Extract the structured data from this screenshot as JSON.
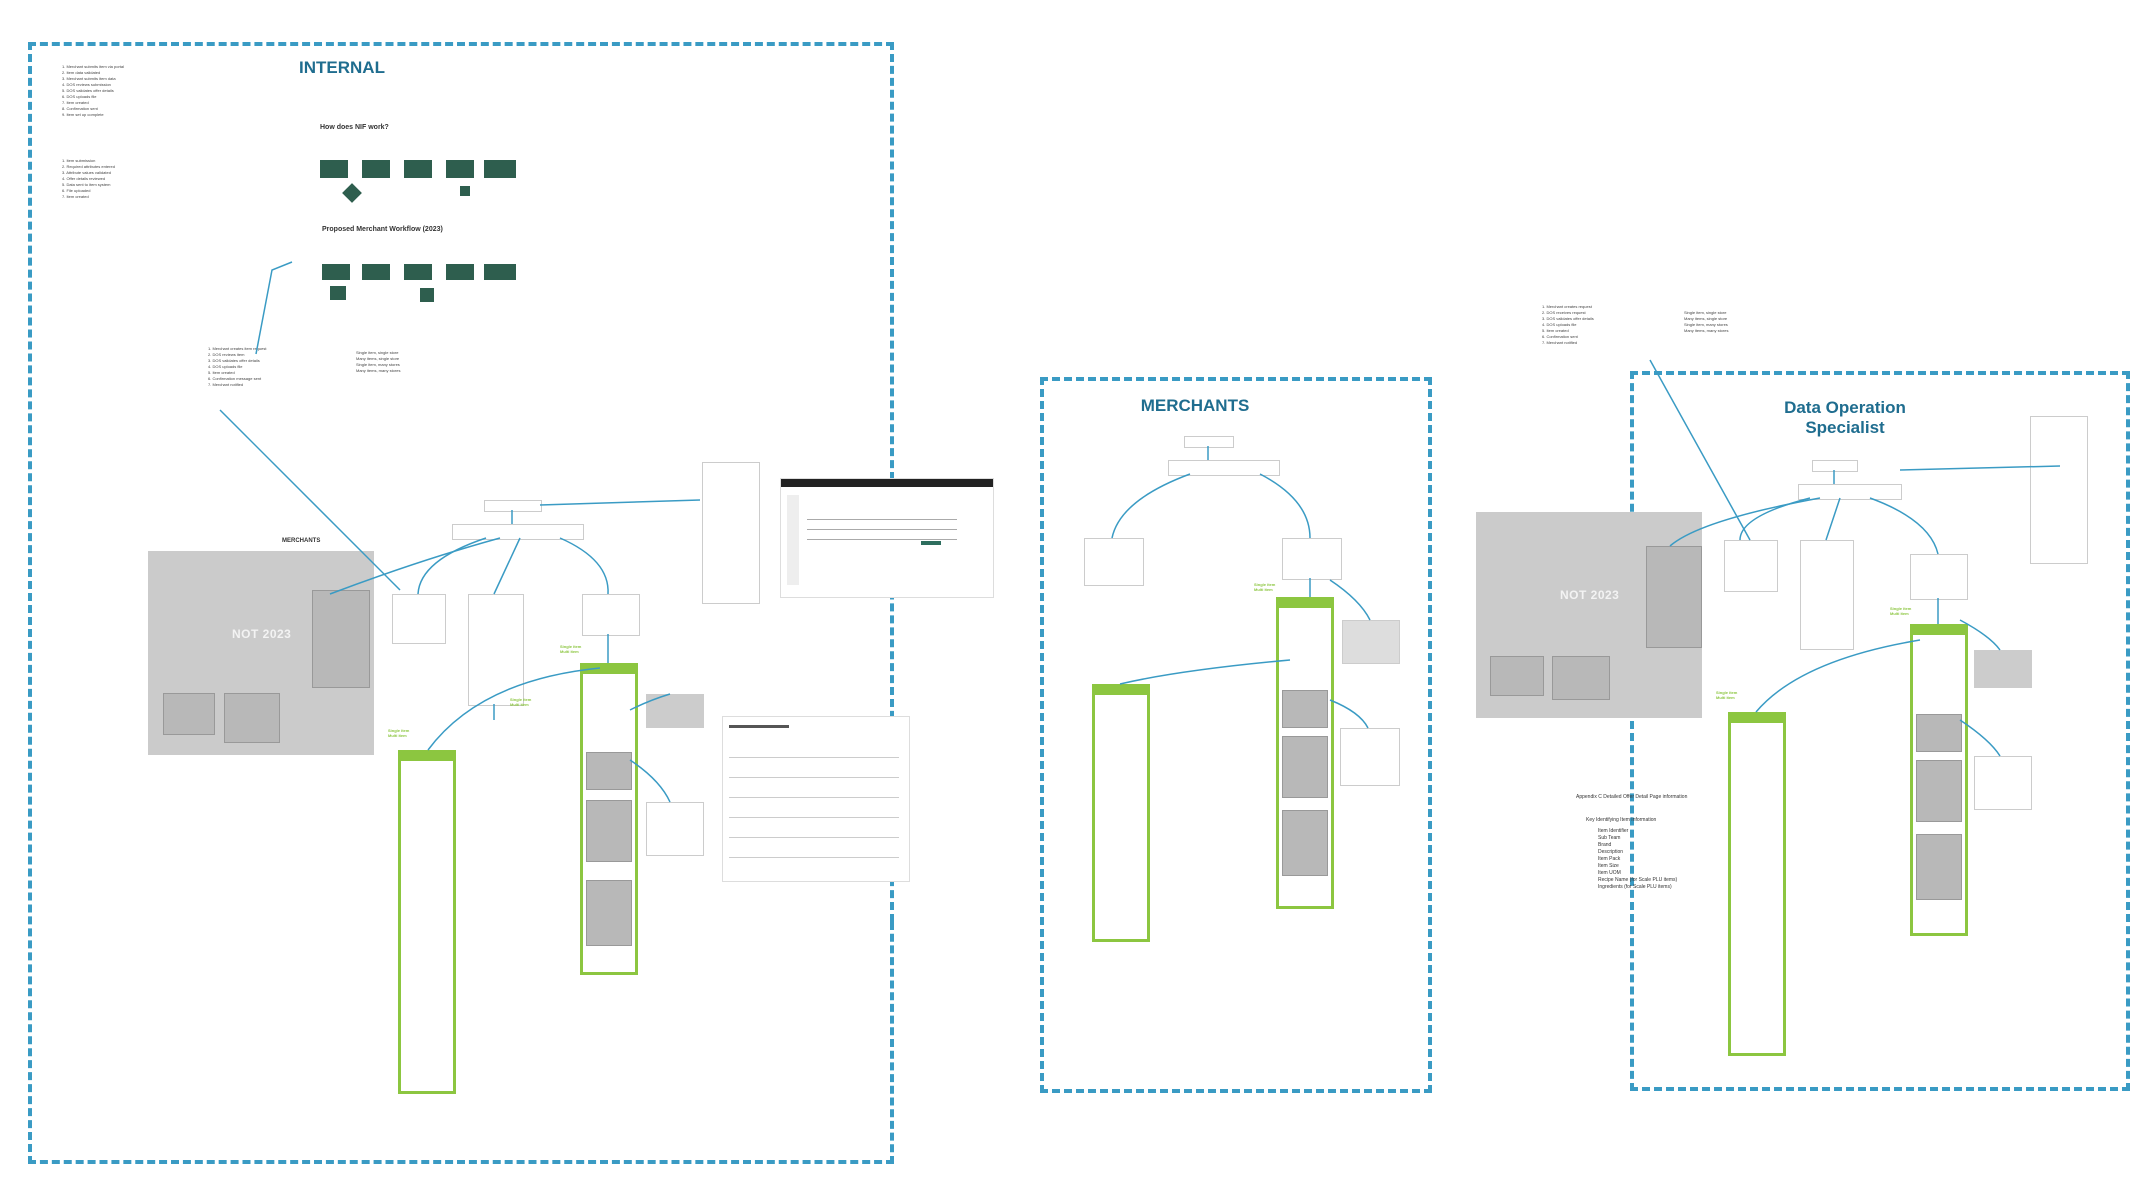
{
  "regions": {
    "internal": {
      "title": "INTERNAL"
    },
    "merchants": {
      "title": "MERCHANTS"
    },
    "dos": {
      "title": "Data Operation Specialist"
    }
  },
  "internal": {
    "how_nif": "How does NIF work?",
    "proposed": "Proposed Merchant Workflow (2023)",
    "merchants_label": "MERCHANTS",
    "not_2023": "NOT 2023",
    "single_item": "Single item",
    "multi_item": "Multi item"
  },
  "merchants_region": {
    "single_item": "Single item",
    "multi_item": "Multi item"
  },
  "dos_region": {
    "not_2023": "NOT 2023",
    "single_item": "Single item",
    "multi_item": "Multi item"
  },
  "appendix": {
    "title": "Appendix C Detailed Offer Detail Page information",
    "key_heading": "Key Identifying Item Information",
    "items": [
      "Item Identifier",
      "Sub Team",
      "Brand",
      "Description",
      "Item Pack",
      "Item Size",
      "Item UOM",
      "Recipe Name (for Scale PLU items)",
      "Ingredients (for Scale PLU items)"
    ]
  },
  "colors": {
    "dashed_border": "#3a9bc4",
    "accent_green": "#8cc640",
    "workflow_green": "#2e5e4e",
    "gray_block": "#cbcbcb"
  }
}
